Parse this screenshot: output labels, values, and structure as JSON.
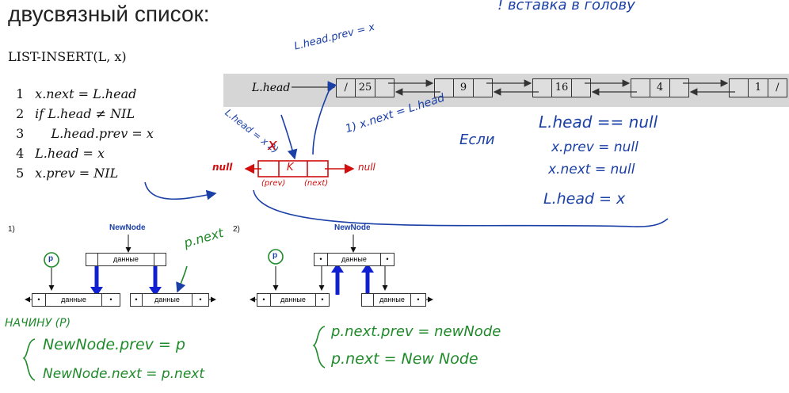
{
  "slide": {
    "title": "двусвязный список:",
    "top_note": "! вставка в голову"
  },
  "pseudocode": {
    "header": "LIST-INSERT(L, x)",
    "lines": [
      {
        "num": "1",
        "text": "x.next = L.head"
      },
      {
        "num": "2",
        "text": "if L.head ≠ NIL"
      },
      {
        "num": "3",
        "text": "    L.head.prev = x"
      },
      {
        "num": "4",
        "text": "L.head = x"
      },
      {
        "num": "5",
        "text": "x.prev = NIL"
      }
    ]
  },
  "list_figure": {
    "head_label": "L.head",
    "values": [
      "25",
      "9",
      "16",
      "4",
      "1"
    ],
    "slash": "/"
  },
  "annotations": {
    "lhead_prev": "L.head.prev = x",
    "lhead_step2": "L.head = x 2)",
    "x_label": "x",
    "step1": "1) x.next = L.head",
    "null_left": "null",
    "node_key": "K",
    "null_right": "null",
    "prev_label": "(prev)",
    "next_label": "(next)",
    "if_word": "Если",
    "cond": "L.head == null",
    "cond_prev": "x.prev = null",
    "cond_next": "x.next = null",
    "cond_head": "L.head = x"
  },
  "diagram1": {
    "step": "1)",
    "newnode": "NewNode",
    "data": "данные",
    "p": "p",
    "dot": "•",
    "note_pnext": "p.next"
  },
  "diagram2": {
    "step": "2)",
    "newnode": "NewNode",
    "data": "данные",
    "p": "p",
    "dot": "•"
  },
  "bottom_notes": {
    "left_title": "НАЧИНУ (P)",
    "left_line1": "NewNode.prev = p",
    "left_line2": "NewNode.next = p.next",
    "right_line1": "p.next.prev = newNode",
    "right_line2": "p.next = New Node"
  },
  "colors": {
    "blue_ink": "#1a3fa6",
    "red_ink": "#d10d0d",
    "green_ink": "#1f8a2a",
    "arrow_blue": "#1020d0"
  }
}
